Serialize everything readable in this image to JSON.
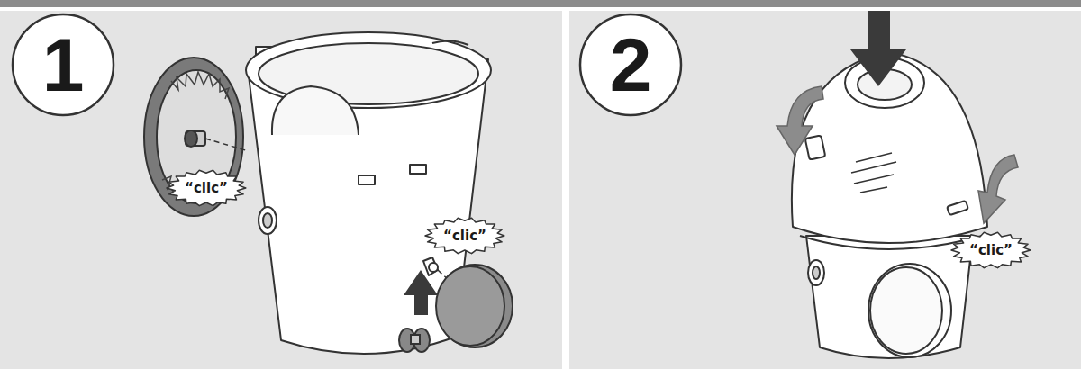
{
  "diagram": {
    "nodes": [
      {
        "text": [
          "1"
        ]
      },
      {
        "text": [
          "“clic”"
        ]
      },
      {
        "text": [
          "“clic”"
        ]
      },
      {
        "text": [
          "2"
        ]
      },
      {
        "text": [
          "“clic”"
        ]
      }
    ]
  }
}
